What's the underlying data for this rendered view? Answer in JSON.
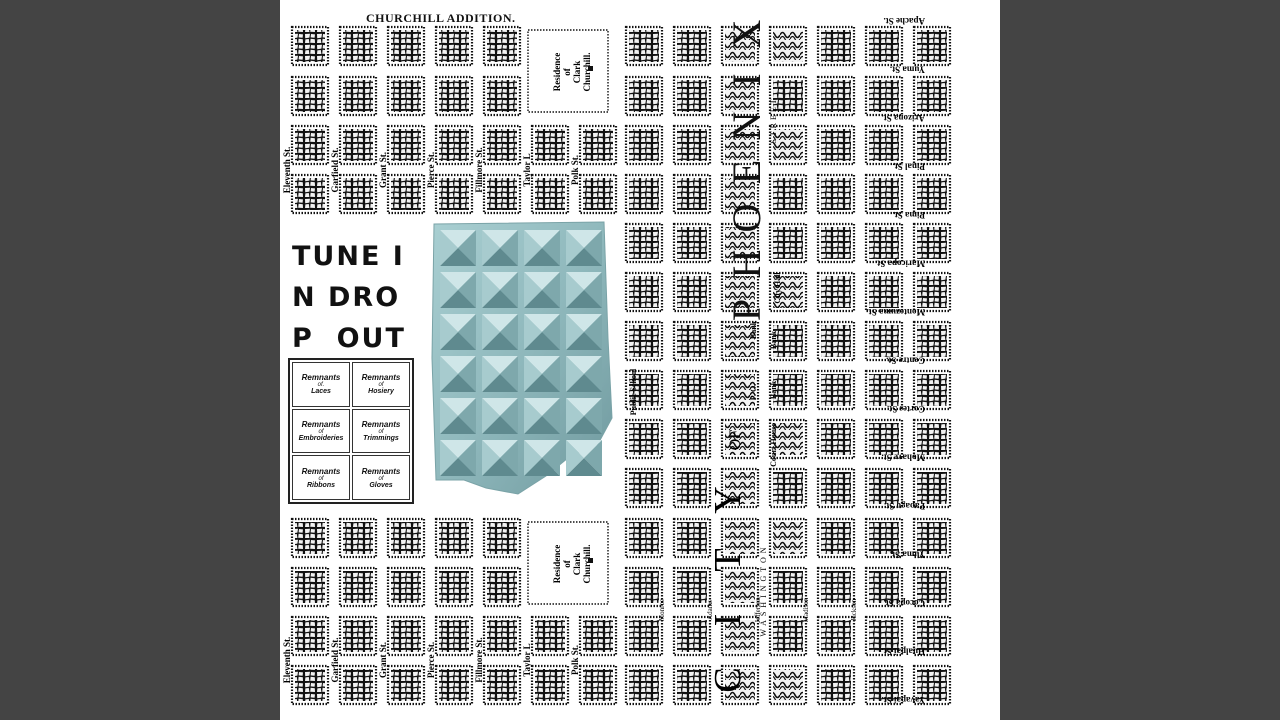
{
  "page": {
    "background": "#444444",
    "art_background": "#ffffff"
  },
  "map": {
    "header": "CHURCHILL ADDITION.",
    "residence": [
      "Residence",
      "of",
      "Clark",
      "Churchill."
    ],
    "left_streets_top": [
      "Eleventh St.",
      "Garfield St.",
      "Grant St.",
      "Pierce St.",
      "Fillmore St.",
      "Taylor L",
      "Polk St."
    ],
    "left_streets_bottom": [
      "Eleventh St.",
      "Garfield St.",
      "Grant St.",
      "Pierce St.",
      "Fillmore St.",
      "Taylor L",
      "Polk St."
    ],
    "right_streets": [
      "Apache St.",
      "Yuma St.",
      "Arizona St.",
      "Pinal St.",
      "Pima St.",
      "Maricopa St.",
      "Montezuma St.",
      "Centre St.",
      "Cortes St.",
      "Mohave St.",
      "Papago St.",
      "Yuma St.",
      "Cocopa St.",
      "Hualpai St.",
      "Yavapai St."
    ],
    "phoenix_letters": [
      "P",
      "H",
      "O",
      "E",
      "N",
      "I",
      "X"
    ],
    "phoenix_street_word": "STREET",
    "city_letters": [
      "C",
      "I",
      "T",
      "Y"
    ],
    "city_of": "OF",
    "washington_word": "WASHINGTON",
    "landmarks": {
      "public_school": "Public School",
      "po": "P. O.",
      "bank1": "Bank",
      "bank2": "Bank",
      "bank3": "Bank",
      "city_hall": "City Hall",
      "court_house": "Court House"
    },
    "cross_street_labels": [
      "Monroe",
      "Adams",
      "Jefferson",
      "Madison",
      "Jackson"
    ]
  },
  "title": {
    "lines": [
      "TUNE I",
      "N DRO",
      "P  OUT"
    ]
  },
  "remnants": [
    {
      "title": "Remnants",
      "of": "of.",
      "subject": "Laces"
    },
    {
      "title": "Remnants",
      "of": "of",
      "subject": "Hosiery"
    },
    {
      "title": "Remnants",
      "of": "of",
      "subject": "Embroideries"
    },
    {
      "title": "Remnants",
      "of": "of",
      "subject": "Trimmings"
    },
    {
      "title": "Remnants",
      "of": "of",
      "subject": "Ribbons"
    },
    {
      "title": "Remnants",
      "of": "of",
      "subject": "Gloves"
    }
  ],
  "foil": {
    "color": "#8fb8bc"
  },
  "colors": {
    "ink": "#111111",
    "foil": "#8fb8bc",
    "stone_light": "#f2f2f2"
  }
}
